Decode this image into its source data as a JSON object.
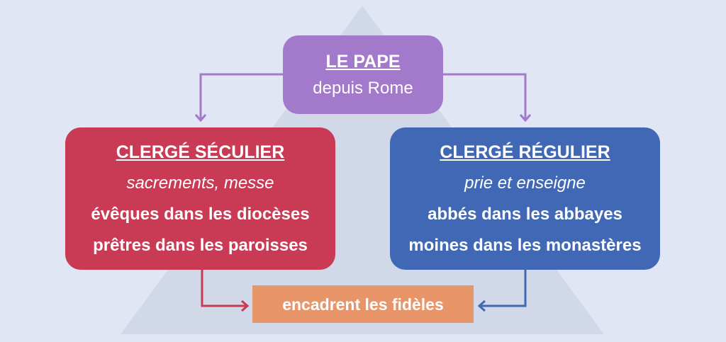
{
  "pape": {
    "title": "LE PAPE",
    "subtitle": "depuis Rome"
  },
  "seculier": {
    "title": "CLERGÉ SÉCULIER",
    "role": "sacrements, messe",
    "line1": "évêques dans les diocèses",
    "line2": "prêtres dans les paroisses"
  },
  "regulier": {
    "title": "CLERGÉ RÉGULIER",
    "role": "prie et enseigne",
    "line1": "abbés dans les abbayes",
    "line2": "moines dans les monastères"
  },
  "fideles": {
    "label": "encadrent les fidèles"
  },
  "colors": {
    "background": "#e0e6f4",
    "pyramid": "#d1d9e8",
    "pape": "#a279cb",
    "seculier": "#c93a55",
    "regulier": "#4168b5",
    "fideles": "#e8956a"
  }
}
